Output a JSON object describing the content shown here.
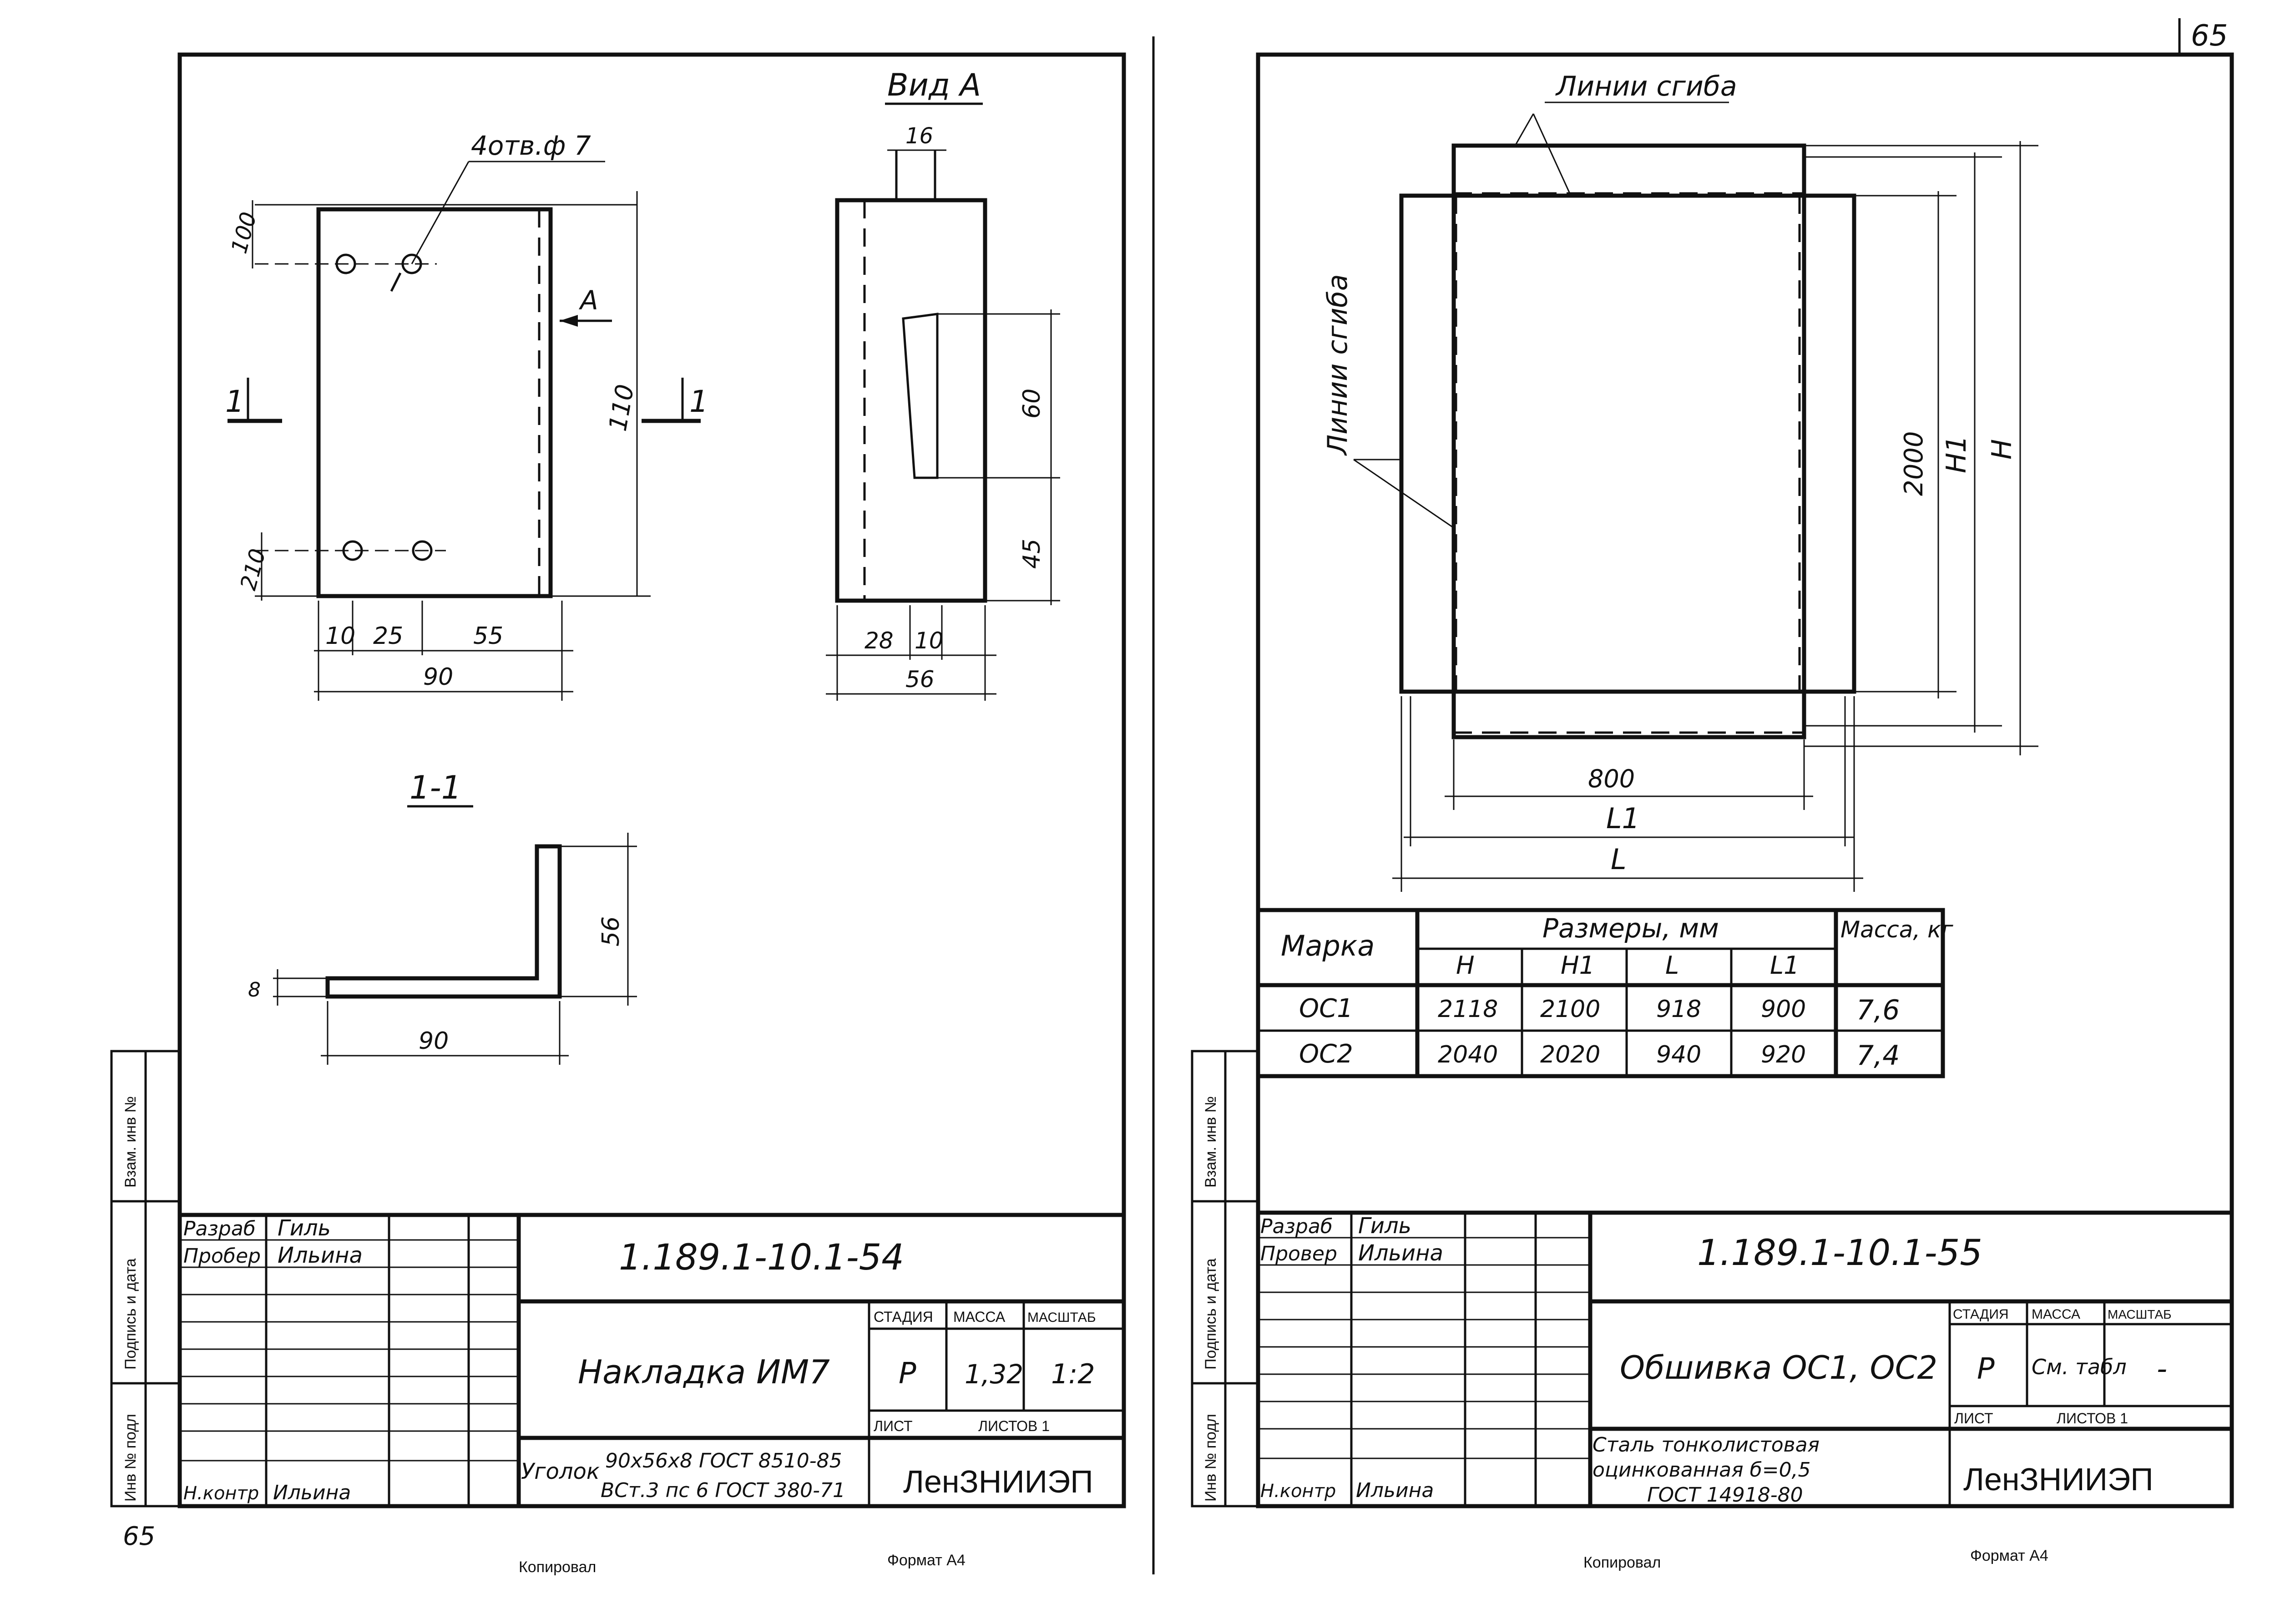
{
  "page": {
    "page_number": "65",
    "page_number_left": "65"
  },
  "left_sheet": {
    "view_label": "Вид А",
    "holes_label": "4отв.ф 7",
    "section_mark": "1",
    "section_title": "1-1",
    "arrow_label": "A",
    "dims": {
      "d100": "100",
      "d110": "110",
      "d210": "210",
      "d10": "10",
      "d25": "25",
      "d55": "55",
      "d90": "90",
      "d16": "16",
      "d60": "60",
      "d45": "45",
      "d28": "28",
      "d10b": "10",
      "d56": "56",
      "sec_56": "56",
      "sec_8": "8",
      "sec_90": "90"
    },
    "side_labels": [
      "Взам. инв №",
      "Подпись и дата",
      "Инв № подл"
    ],
    "title_block": {
      "doc_code": "1.189.1-10.1-54",
      "developed_label": "Разраб",
      "developed_name": "Гиль",
      "checked_label": "Пробер",
      "checked_name": "Ильина",
      "norm_label": "Н.контр",
      "norm_name": "Ильина",
      "name": "Накладка ИМ7",
      "stage_label": "СТАДИЯ",
      "mass_label": "МАССА",
      "scale_label": "МАСШТАБ",
      "stage": "Р",
      "mass": "1,32",
      "scale": "1:2",
      "sheet_label": "ЛИСТ",
      "sheets_label": "ЛИСТОВ 1",
      "material_1": "Уголок",
      "material_2": "90х56х8 ГОСТ 8510-85",
      "material_3": "ВСт.3 пс 6 ГОСТ 380-71",
      "org": "ЛенЗНИИЭП"
    },
    "footer_copied": "Копировал",
    "footer_format": "Формат А4"
  },
  "right_sheet": {
    "bend_lines_top": "Линии сгиба",
    "bend_lines_left": "Линии сгиба",
    "dims": {
      "d800": "800",
      "L1": "L1",
      "L": "L",
      "d2000": "2000",
      "H1": "H1",
      "H": "H"
    },
    "table": {
      "headers": {
        "mark": "Марка",
        "sizes": "Размеры, мм",
        "mass": "Масса, кг"
      },
      "sub_headers": [
        "H",
        "H1",
        "L",
        "L1"
      ],
      "rows": [
        {
          "mark": "ОС1",
          "H": "2118",
          "H1": "2100",
          "L": "918",
          "L1": "900",
          "mass": "7,6"
        },
        {
          "mark": "ОС2",
          "H": "2040",
          "H1": "2020",
          "L": "940",
          "L1": "920",
          "mass": "7,4"
        }
      ]
    },
    "side_labels": [
      "Взам. инв №",
      "Подпись и дата",
      "Инв № подл"
    ],
    "title_block": {
      "doc_code": "1.189.1-10.1-55",
      "developed_label": "Разраб",
      "developed_name": "Гиль",
      "checked_label": "Провер",
      "checked_name": "Ильина",
      "norm_label": "Н.контр",
      "norm_name": "Ильина",
      "name": "Обшивка ОС1, ОС2",
      "stage_label": "СТАДИЯ",
      "mass_label": "МАССА",
      "scale_label": "МАСШТАБ",
      "stage": "Р",
      "mass": "См. табл",
      "scale": "-",
      "sheet_label": "ЛИСТ",
      "sheets_label": "ЛИСТОВ 1",
      "material_1": "Сталь тонколистовая",
      "material_2": "оцинкованная б=0,5",
      "material_3": "ГОСТ 14918-80",
      "org": "ЛенЗНИИЭП"
    },
    "footer_copied": "Копировал",
    "footer_format": "Формат А4"
  }
}
